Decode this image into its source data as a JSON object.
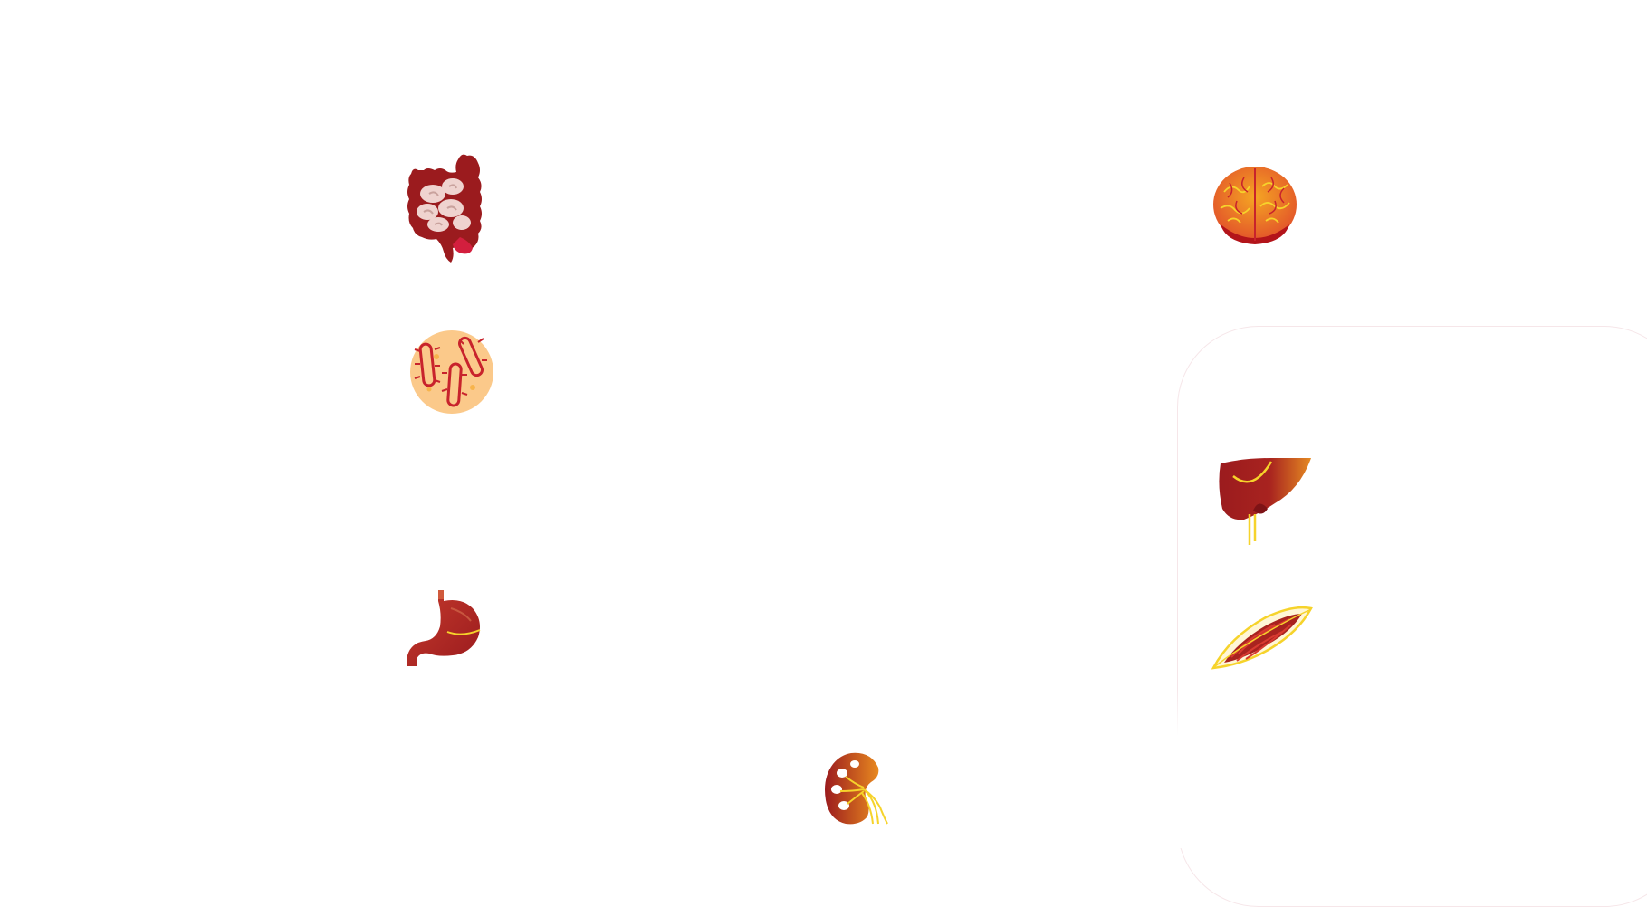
{
  "canvas": {
    "background": "#ffffff"
  },
  "highlight_card": {
    "border_color": "#f6e6e9"
  },
  "organs": [
    {
      "id": "intestines",
      "icon": "intestines-icon"
    },
    {
      "id": "brain",
      "icon": "brain-icon"
    },
    {
      "id": "bacteria",
      "icon": "bacteria-icon"
    },
    {
      "id": "liver",
      "icon": "liver-icon"
    },
    {
      "id": "stomach",
      "icon": "stomach-icon"
    },
    {
      "id": "muscle",
      "icon": "muscle-icon"
    },
    {
      "id": "kidney",
      "icon": "kidney-icon"
    },
    {
      "id": "fat-cell",
      "icon": "fat-cell-icon"
    }
  ],
  "colors": {
    "dark_red": "#9b1b1e",
    "red": "#c8232c",
    "crimson": "#d31f3e",
    "orange": "#f07b1e",
    "amber": "#f5a623",
    "yellow": "#f6d32b",
    "peach": "#fbc98a",
    "pink_pale": "#efd3cf"
  }
}
